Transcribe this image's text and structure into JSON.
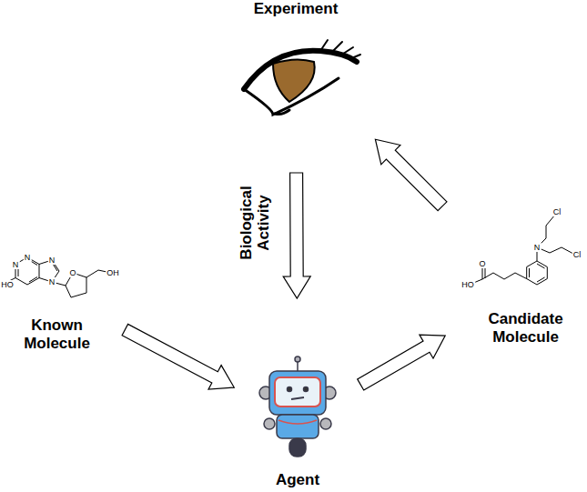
{
  "diagram": {
    "nodes": [
      {
        "text": [
          "Experiment"
        ]
      },
      {
        "text": [
          "Known Molecule"
        ]
      },
      {
        "text": [
          "Candidate Molecule"
        ]
      },
      {
        "text": [
          "Agent"
        ]
      }
    ],
    "edges": [
      {
        "from": 1,
        "to": 3,
        "arrow": "to"
      },
      {
        "from": 3,
        "to": 2,
        "arrow": "to"
      },
      {
        "from": 2,
        "to": 0,
        "arrow": "to"
      },
      {
        "from": 0,
        "to": 3,
        "label": "Biological Activity",
        "arrow": "to"
      }
    ],
    "labels": [
      "N",
      "N",
      "HO",
      "N",
      "N",
      "O",
      "OH",
      "O",
      "HO",
      "N",
      "Cl",
      "Cl"
    ]
  }
}
